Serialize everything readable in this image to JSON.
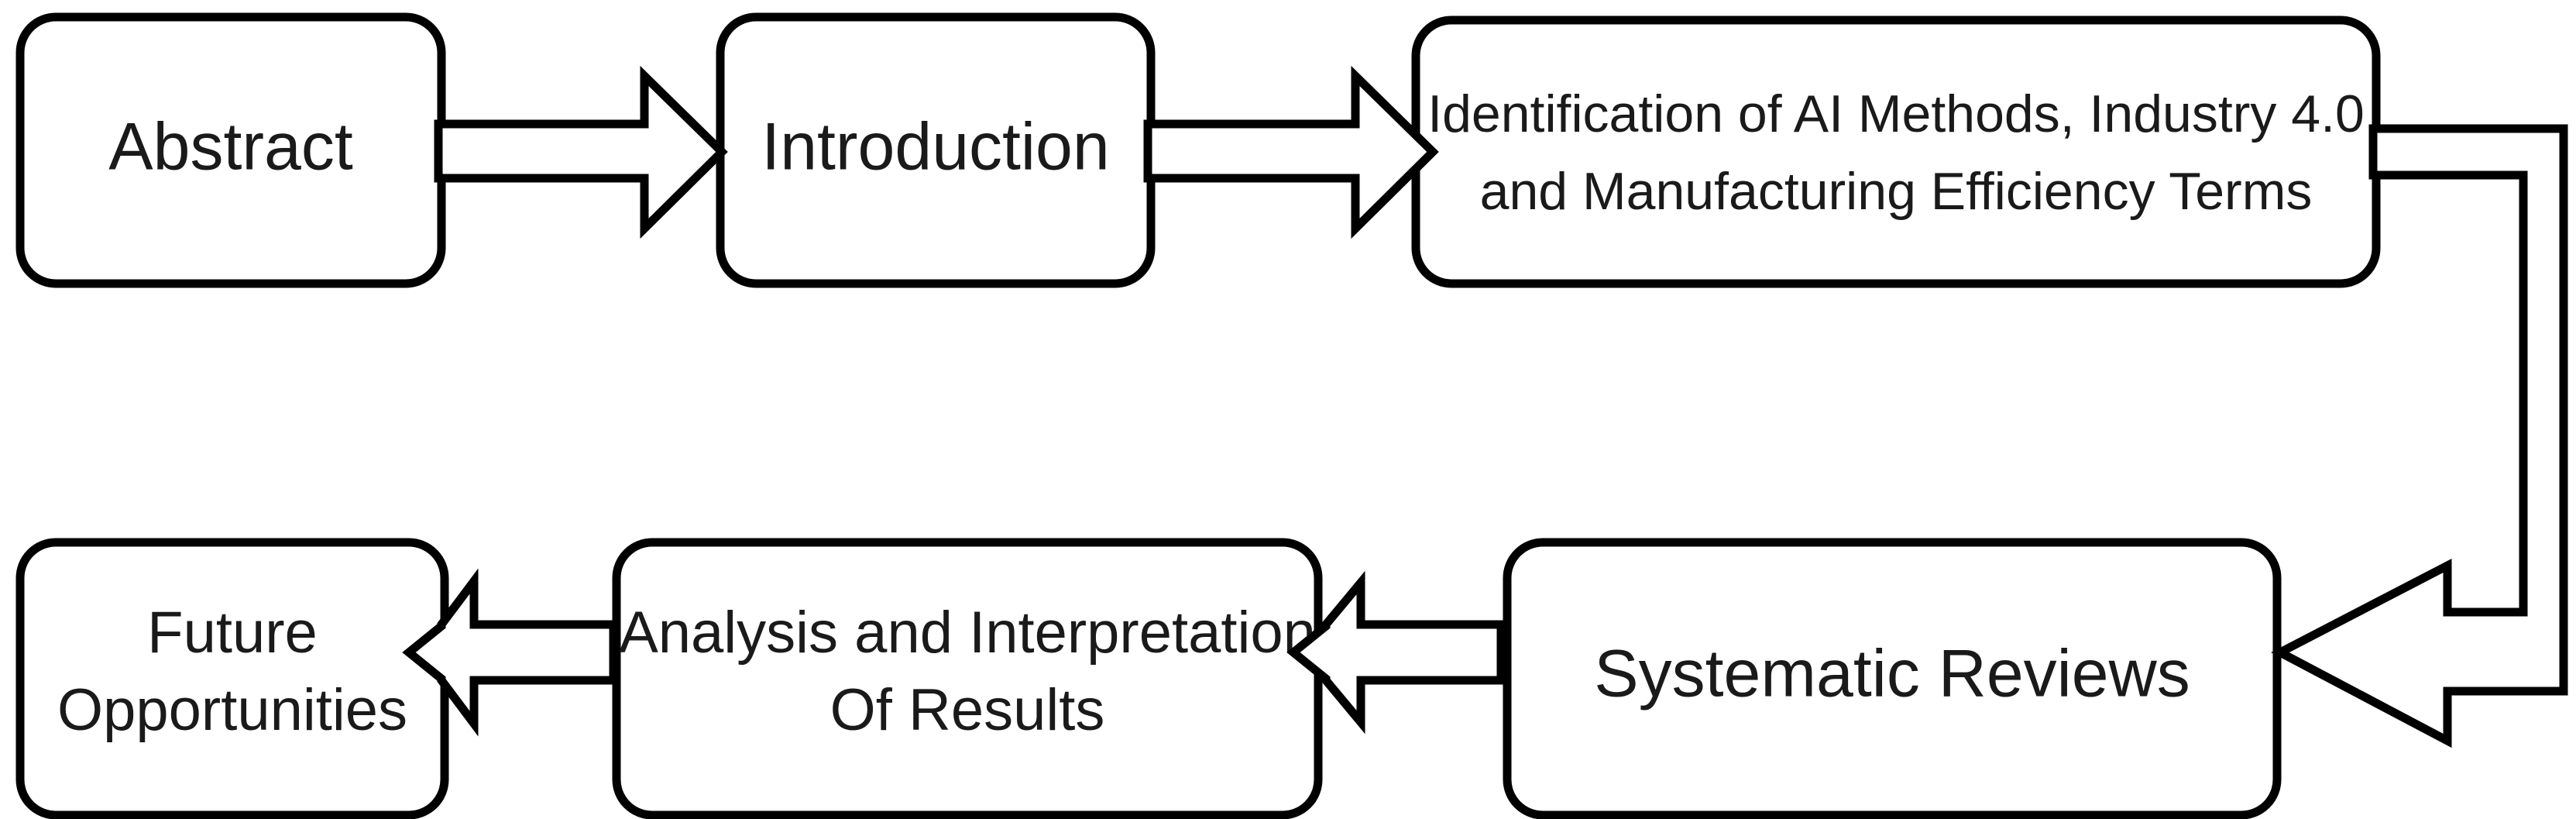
{
  "diagram": {
    "title": "Research Methodology Flowchart",
    "type": "process-flow",
    "background_color": "#FFFFFF",
    "line_color": "#000000",
    "text_color": "#1A1A1A",
    "node_fill": "#FFFFFF",
    "nodes": [
      {
        "id": "abstract",
        "label": "Abstract",
        "lines": [
          "Abstract"
        ],
        "row": "top",
        "order": 1
      },
      {
        "id": "introduction",
        "label": "Introduction",
        "lines": [
          "Introduction"
        ],
        "row": "top",
        "order": 2
      },
      {
        "id": "identification",
        "label": "Identification of AI Methods, Industry 4.0 and Manufacturing Efficiency Terms",
        "lines": [
          "Identification of AI Methods, Industry 4.0",
          "and Manufacturing Efficiency Terms"
        ],
        "row": "top",
        "order": 3
      },
      {
        "id": "systematic-reviews",
        "label": "Systematic Reviews",
        "lines": [
          "Systematic Reviews"
        ],
        "row": "bottom",
        "order": 4
      },
      {
        "id": "analysis",
        "label": "Analysis and Interpretation Of Results",
        "lines": [
          "Analysis and Interpretation",
          "Of Results"
        ],
        "row": "bottom",
        "order": 5
      },
      {
        "id": "future-opportunities",
        "label": "Future Opportunities",
        "lines": [
          "Future",
          "Opportunities"
        ],
        "row": "bottom",
        "order": 6
      }
    ],
    "connectors": [
      {
        "id": "abstract-to-introduction",
        "from": "abstract",
        "to": "introduction",
        "style": "block-arrow",
        "direction": "right"
      },
      {
        "id": "introduction-to-identification",
        "from": "introduction",
        "to": "identification",
        "style": "block-arrow",
        "direction": "right"
      },
      {
        "id": "identification-to-systematic-reviews",
        "from": "identification",
        "to": "systematic-reviews",
        "style": "block-arrow-elbow",
        "direction": "down-then-left"
      },
      {
        "id": "systematic-reviews-to-analysis",
        "from": "systematic-reviews",
        "to": "analysis",
        "style": "block-arrow",
        "direction": "left"
      },
      {
        "id": "analysis-to-future-opportunities",
        "from": "analysis",
        "to": "future-opportunities",
        "style": "block-arrow",
        "direction": "left"
      }
    ]
  }
}
